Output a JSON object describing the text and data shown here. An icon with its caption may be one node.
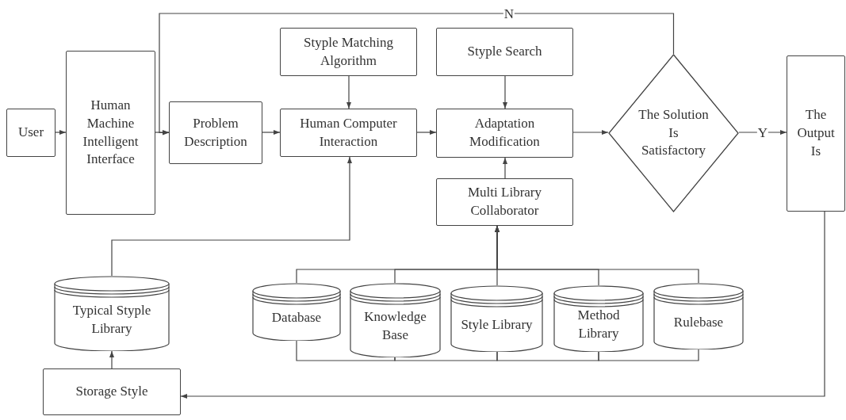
{
  "diagram": {
    "nodes": [
      {
        "text": [
          "User"
        ]
      },
      {
        "text": [
          "Human Machine Intelligent Interface"
        ]
      },
      {
        "text": [
          "Problem Description"
        ]
      },
      {
        "text": [
          "Styple Matching Algorithm"
        ]
      },
      {
        "text": [
          "Human Computer Interaction"
        ]
      },
      {
        "text": [
          "Styple Search"
        ]
      },
      {
        "text": [
          "Adaptation Modification"
        ]
      },
      {
        "text": [
          "The Solution Is Satisfactory"
        ]
      },
      {
        "text": [
          "The Output Is"
        ]
      },
      {
        "text": [
          "Multi Library Collaborator"
        ]
      },
      {
        "text": [
          "Typical Styple Library"
        ]
      },
      {
        "text": [
          "Database"
        ]
      },
      {
        "text": [
          "Knowledge Base"
        ]
      },
      {
        "text": [
          "Style Library"
        ]
      },
      {
        "text": [
          "Method Library"
        ]
      },
      {
        "text": [
          "Rulebase"
        ]
      },
      {
        "text": [
          "Storage Style"
        ]
      }
    ],
    "edges": [
      {
        "from": 0,
        "to": 1,
        "arrow": "to"
      },
      {
        "from": 1,
        "to": 2,
        "arrow": "to"
      },
      {
        "from": 7,
        "to": 2,
        "arrow": "to",
        "label": "N"
      },
      {
        "from": 2,
        "to": 4,
        "arrow": "to"
      },
      {
        "from": 3,
        "to": 4,
        "arrow": "to"
      },
      {
        "from": 4,
        "to": 6,
        "arrow": "to"
      },
      {
        "from": 5,
        "to": 6,
        "arrow": "to"
      },
      {
        "from": 9,
        "to": 6,
        "arrow": "to"
      },
      {
        "from": 6,
        "to": 7,
        "arrow": "to"
      },
      {
        "from": 7,
        "to": 8,
        "arrow": "to",
        "label": "Y"
      },
      {
        "from": 10,
        "to": 4,
        "arrow": "to"
      },
      {
        "from": 16,
        "to": 10,
        "arrow": "to"
      },
      {
        "from": 8,
        "to": 16,
        "arrow": "to"
      },
      {
        "from": 11,
        "to": 9,
        "arrow": "to"
      },
      {
        "from": 12,
        "to": 9,
        "arrow": "to"
      },
      {
        "from": 13,
        "to": 9,
        "arrow": "to"
      },
      {
        "from": 14,
        "to": 9,
        "arrow": "to"
      },
      {
        "from": 15,
        "to": 9,
        "arrow": "to"
      },
      {
        "from": 11,
        "to": 12,
        "arrow": "none"
      },
      {
        "from": 12,
        "to": 13,
        "arrow": "none"
      },
      {
        "from": 13,
        "to": 14,
        "arrow": "none"
      },
      {
        "from": 14,
        "to": 15,
        "arrow": "none"
      }
    ]
  }
}
